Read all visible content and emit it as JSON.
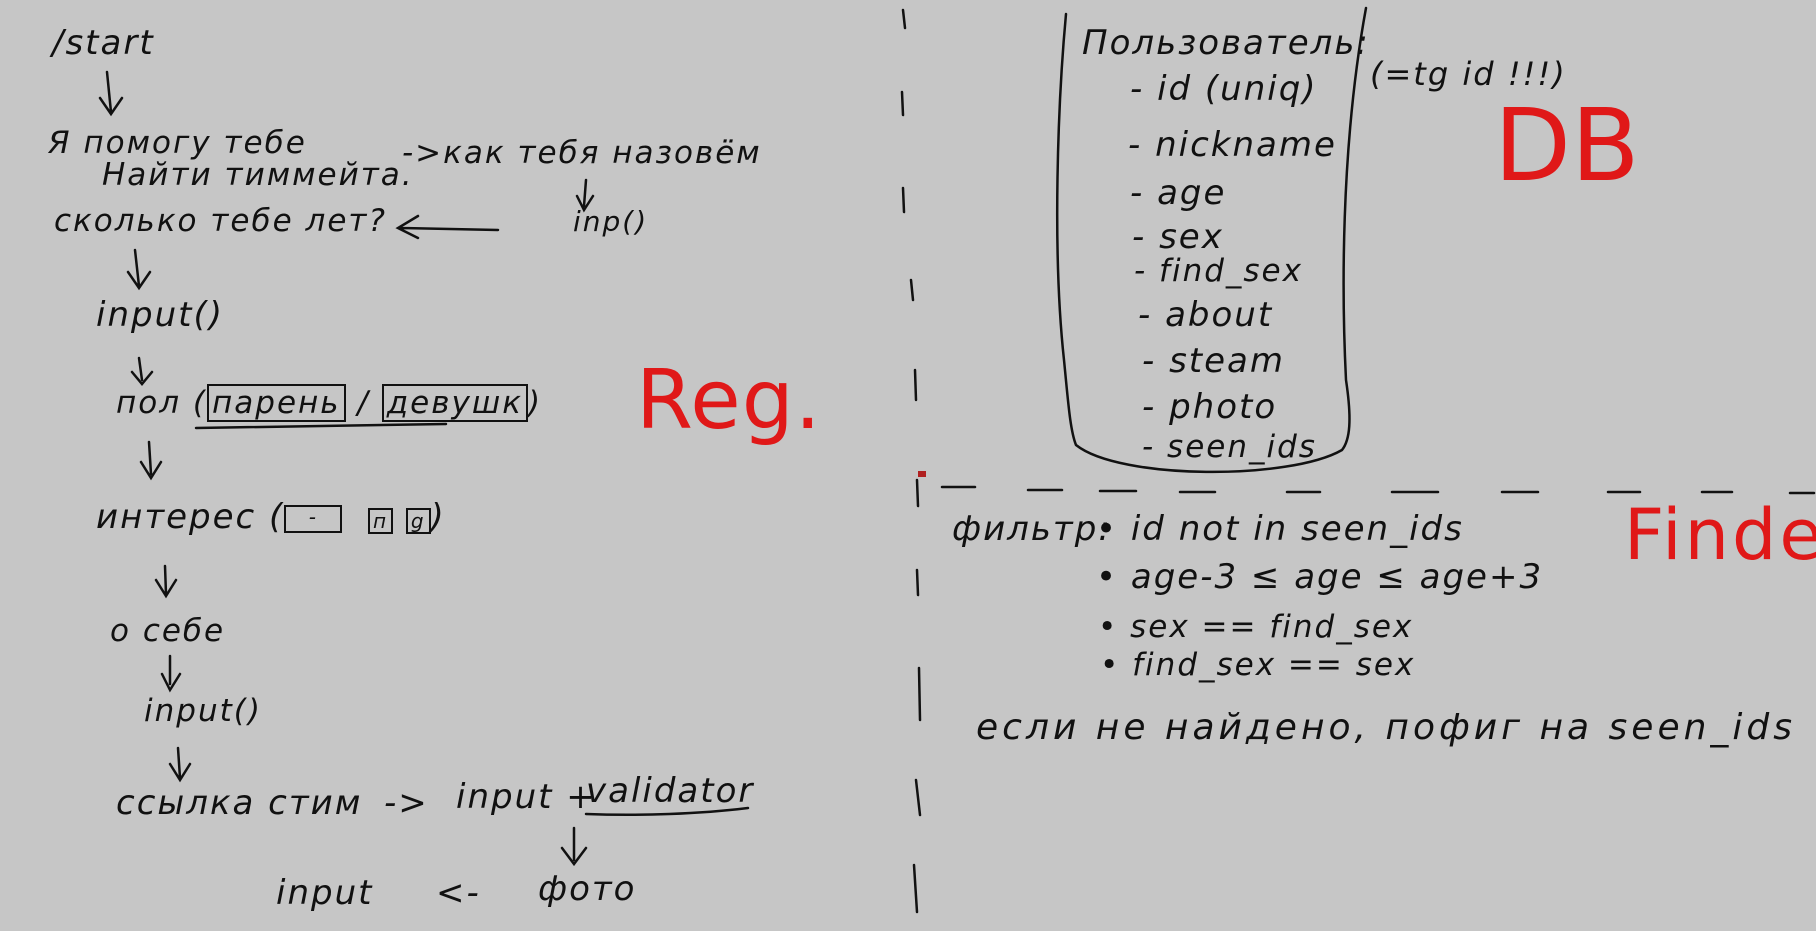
{
  "colors": {
    "background": "#c6c6c6",
    "ink": "#111111",
    "accent": "#e01818"
  },
  "reg": {
    "start": "/start",
    "intro_line1": "Я помогу тебе",
    "intro_line2": "Найти тиммейта.",
    "ask_name": "->как тебя назовём",
    "inp": "inp()",
    "ask_age": "сколько тебе лет?",
    "input1": "input()",
    "gender_label": "пол (",
    "gender_male": "парень",
    "gender_female": "девушк",
    "gender_close": ")",
    "interest_label": "интерес (",
    "interest_opt1": "-",
    "interest_opt2": "п",
    "interest_opt3": "g",
    "interest_close": ")",
    "about_label": "о себе",
    "input2": "input()",
    "steam_link": "ссылка стим",
    "arrow": "->",
    "input_plus": "input +",
    "validator": "validator",
    "input3": "input",
    "left_arrow": "<-",
    "photo": "фото",
    "section_title": "Reg."
  },
  "db": {
    "header": "Пользователь:",
    "fields": [
      "- id (uniq)",
      "- nickname",
      "- age",
      "- sex",
      "- find_sex",
      "- about",
      "- steam",
      "- photo",
      "- seen_ids"
    ],
    "id_note": "(=tg id !!!)",
    "section_title": "DB"
  },
  "finder": {
    "filter_label": "фильтр:",
    "conditions": [
      "• id not in seen_ids",
      "• age-3 ≤ age ≤ age+3",
      "• sex == find_sex",
      "• find_sex == sex"
    ],
    "fallback": "если не найдено, пофиг на seen_ids",
    "section_title": "Finder"
  }
}
